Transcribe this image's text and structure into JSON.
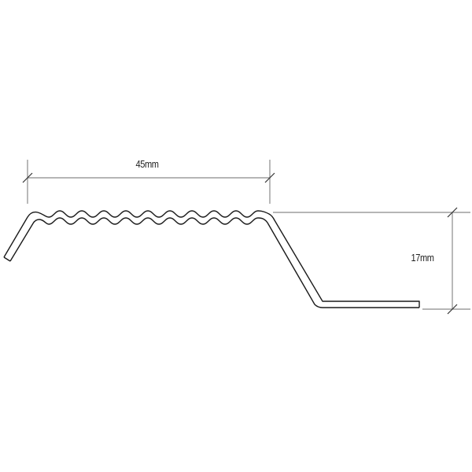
{
  "diagram": {
    "type": "technical-profile-drawing",
    "subject": "stair nosing profile with corrugated top surface",
    "colors": {
      "background": "#ffffff",
      "profile_stroke": "#1a1a1a",
      "dimension_stroke": "#8a8a8a",
      "text": "#222222"
    },
    "dimensions": {
      "width": {
        "label": "45mm",
        "orientation": "horizontal"
      },
      "height": {
        "label": "17mm",
        "orientation": "vertical"
      }
    }
  }
}
